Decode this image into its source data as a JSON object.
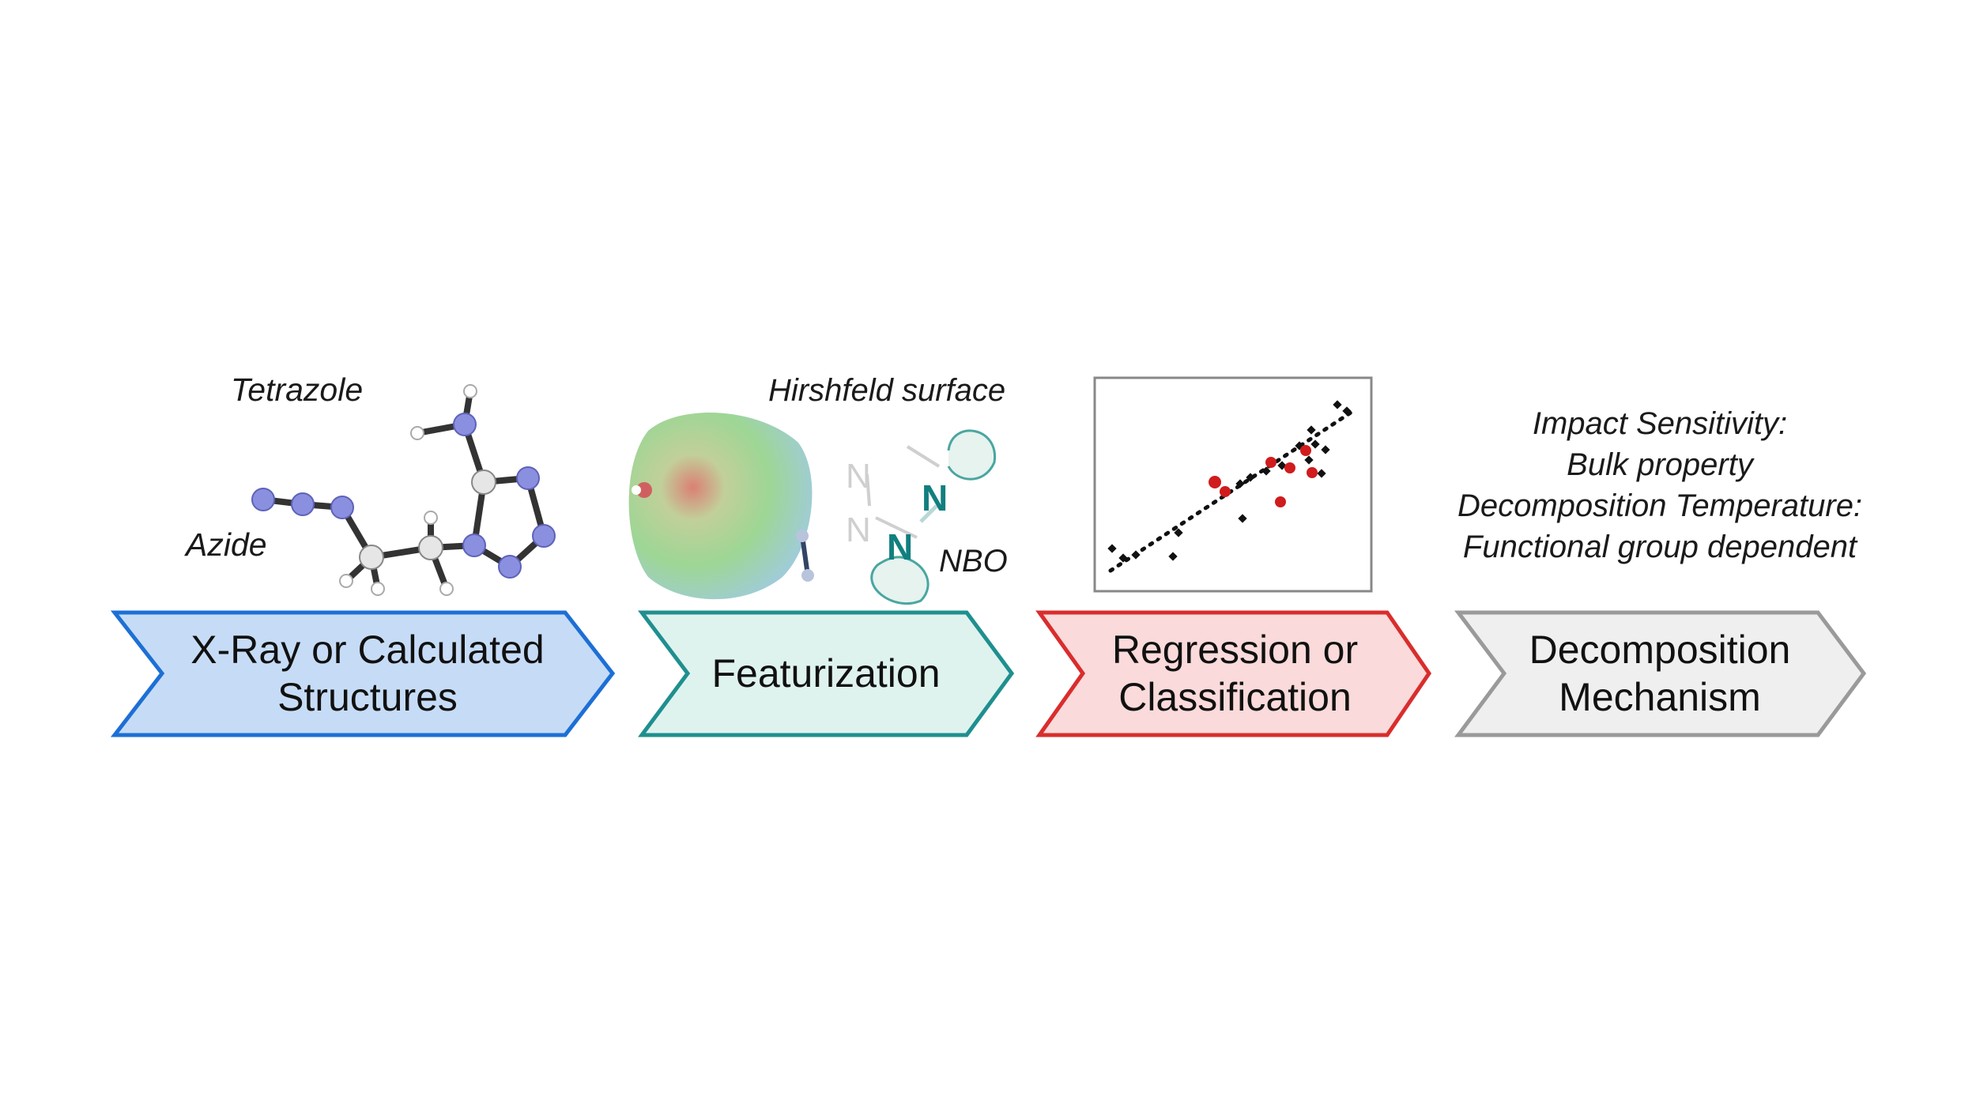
{
  "steps": [
    {
      "line1": "X-Ray or Calculated",
      "line2": "Structures",
      "fill": "#c6dcf6",
      "stroke": "#1d6fd6"
    },
    {
      "line1": "Featurization",
      "fill": "#dff3ee",
      "stroke": "#1f8f8f"
    },
    {
      "line1": "Regression or",
      "line2": "Classification",
      "fill": "#fadada",
      "stroke": "#d92d2d"
    },
    {
      "line1": "Decomposition",
      "line2": "Mechanism",
      "fill": "#efefef",
      "stroke": "#9a9a9a"
    }
  ],
  "structure": {
    "tetrazole_label": "Tetrazole",
    "azide_label": "Azide"
  },
  "featurization": {
    "surface_label": "Hirshfeld surface",
    "nbo_label": "NBO",
    "atom_n": "N"
  },
  "mechanism": {
    "impact_title": "Impact Sensitivity:",
    "impact_value": "Bulk property",
    "temp_title": "Decomposition Temperature:",
    "temp_value": "Functional group dependent"
  },
  "colors": {
    "nitrogen": "#8a8fe0",
    "carbon": "#e6e6e6",
    "bond": "#333333",
    "nbo_n": "#127f7f",
    "red_point": "#d01c1c",
    "black_point": "#111111"
  }
}
